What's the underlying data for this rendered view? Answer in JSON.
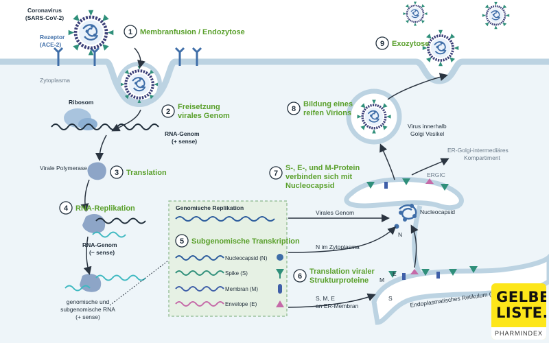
{
  "labels": {
    "coronavirus": "Coronavirus",
    "sars": "(SARS-CoV-2)",
    "rezeptor": "Rezeptor",
    "ace2": "(ACE-2)",
    "zytoplasma": "Zytoplasma",
    "ribosom": "Ribosom",
    "rna_genom_plus_1": "RNA-Genom",
    "rna_genom_plus_2": "(+ sense)",
    "virale_polymerase": "Virale Polymerase",
    "rna_genom_minus_1": "RNA-Genom",
    "rna_genom_minus_2": "(− sense)",
    "genomisch_1": "genomische und",
    "genomisch_2": "subgenomische RNA",
    "genomisch_3": "(+ sense)",
    "genomische_replikation": "Genomische Replikation",
    "virales_genom": "Virales  Genom",
    "n_im_zytoplasma": "N im Zytoplasma",
    "sme_1": "S, M, E",
    "sme_2": "an ER-Membran",
    "nucleocapsid": "Nucleocapsid",
    "n_letter": "N",
    "ergic": "ERGIC",
    "er_golgi_1": "ER-Golgi-intermediäres",
    "er_golgi_2": "Kompartiment",
    "golgi_1": "Virus innerhalb",
    "golgi_2": "Golgi Vesikel",
    "er": "Endoplasmatisches Retikulum (ER)",
    "m_letter": "M",
    "e_letter": "E",
    "s_letter": "S"
  },
  "steps": {
    "s1": {
      "num": "1",
      "label": "Membranfusion / Endozytose"
    },
    "s2": {
      "num": "2",
      "line1": "Freisetzung",
      "line2": "virales Genom"
    },
    "s3": {
      "num": "3",
      "label": "Translation"
    },
    "s4": {
      "num": "4",
      "label": "RNA-Replikation"
    },
    "s5": {
      "num": "5",
      "label": "Subgenomische Transkription"
    },
    "s6": {
      "num": "6",
      "line1": "Translation viraler",
      "line2": "Strukturproteine"
    },
    "s7": {
      "num": "7",
      "line1": "S-, E-, und M-Protein",
      "line2": "verbinden sich mit",
      "line3": "Nucleocapsid"
    },
    "s8": {
      "num": "8",
      "line1": "Bildung eines",
      "line2": "reifen Virions"
    },
    "s9": {
      "num": "9",
      "label": "Exozytose"
    }
  },
  "legend": [
    {
      "label": "Nucleocapsid (N)",
      "color": "#3f6ea8"
    },
    {
      "label": "Spike (S)",
      "color": "#2f8f7a"
    },
    {
      "label": "Membran (M)",
      "color": "#3f5fa8"
    },
    {
      "label": "Envelope (E)",
      "color": "#c56aa8"
    }
  ],
  "logo": {
    "line1": "GELBE",
    "line2": "LISTE.",
    "footer": "PHARMINDEX"
  },
  "colors": {
    "membrane": "#bcd3e2",
    "cytoplasm": "#eef5f9",
    "step_green": "#5aa02c",
    "virus_purple": "#3b3f78",
    "spike_teal": "#2f8f7a",
    "box_green": "#e6f1e4"
  }
}
